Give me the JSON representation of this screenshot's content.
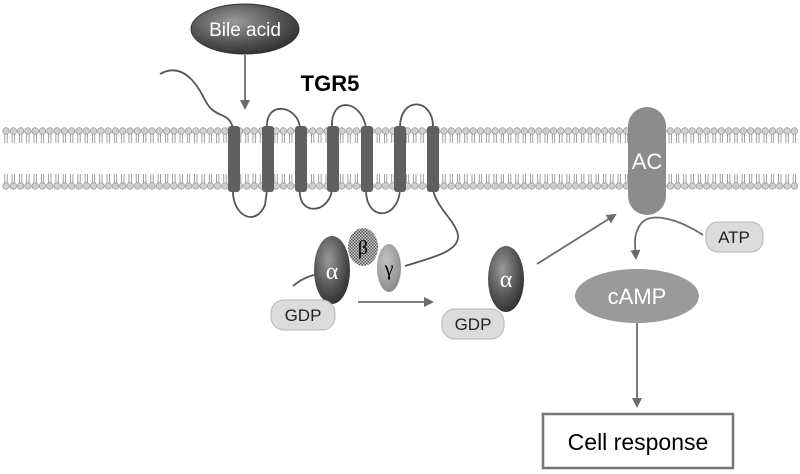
{
  "labels": {
    "bile_acid": "Bile acid",
    "receptor": "TGR5",
    "g_alpha": "α",
    "g_beta": "β",
    "g_gamma": "γ",
    "gdp_bound": "GDP",
    "g_alpha_free": "α",
    "gdp_free": "GDP",
    "enzyme": "AC",
    "atp": "ATP",
    "camp": "cAMP",
    "cell_response": "Cell response"
  },
  "colors": {
    "membrane_head": "#cfcfcf",
    "membrane_tail": "#8a8a8a",
    "helix": "#606060",
    "ligand_dark": "#444444",
    "ac": "#8c8c8c",
    "camp": "#9a9a9a",
    "gdp_pill": "#dcdcdc",
    "arrow": "#6b6b6b"
  }
}
